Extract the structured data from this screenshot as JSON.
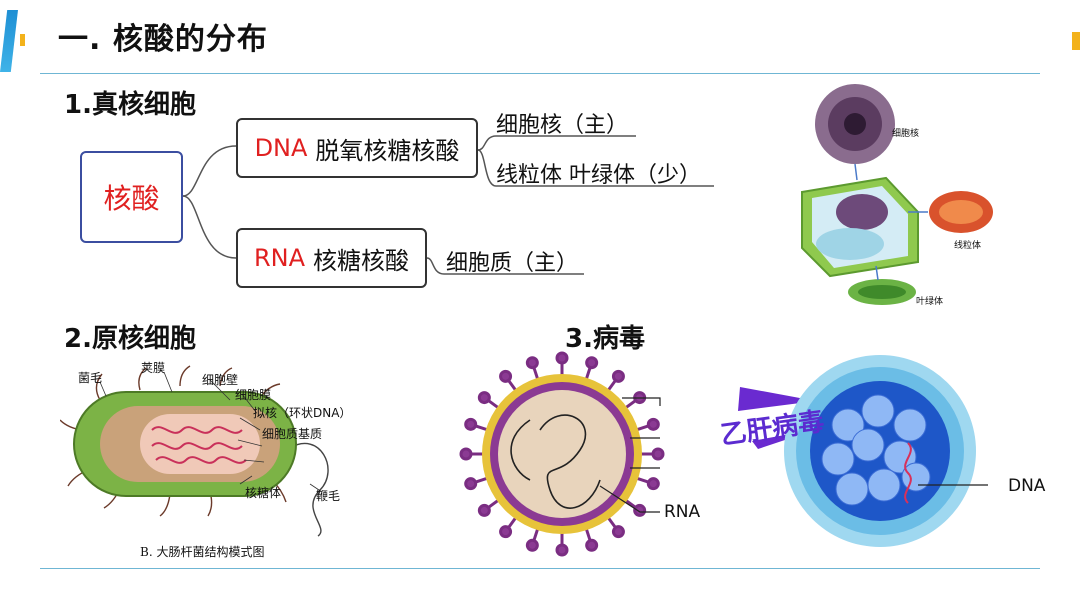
{
  "title": "一. 核酸的分布",
  "section1": {
    "heading": "1.真核细胞",
    "root": "核酸",
    "dna_box": {
      "name": "DNA",
      "desc": "脱氧核糖核酸"
    },
    "dna_leaf_1": "细胞核（主）",
    "dna_leaf_2": "线粒体 叶绿体（少）",
    "rna_box": {
      "name": "RNA",
      "desc": "核糖核酸"
    },
    "rna_leaf_1": "细胞质（主）",
    "cell_labels": {
      "nucleus": "细胞核",
      "mitochondria": "线粒体",
      "chloroplast": "叶绿体"
    }
  },
  "section2": {
    "heading": "2.原核细胞",
    "labels": {
      "pili": "菌毛",
      "capsule": "荚膜",
      "cell_wall": "细胞壁",
      "membrane": "细胞膜",
      "nucleoid": "拟核（环状DNA）",
      "cytoplasm": "细胞质基质",
      "ribosome": "核糖体",
      "flagellum": "鞭毛"
    },
    "caption": "B.  大肠杆菌结构模式图"
  },
  "section3": {
    "heading": "3.病毒",
    "rna_label": "RNA",
    "hbv_tag": "乙肝病毒",
    "dna_label": "DNA"
  },
  "colors": {
    "accent": "#1a9ad6",
    "red": "#e02020",
    "rule": "#6fb6d4"
  }
}
